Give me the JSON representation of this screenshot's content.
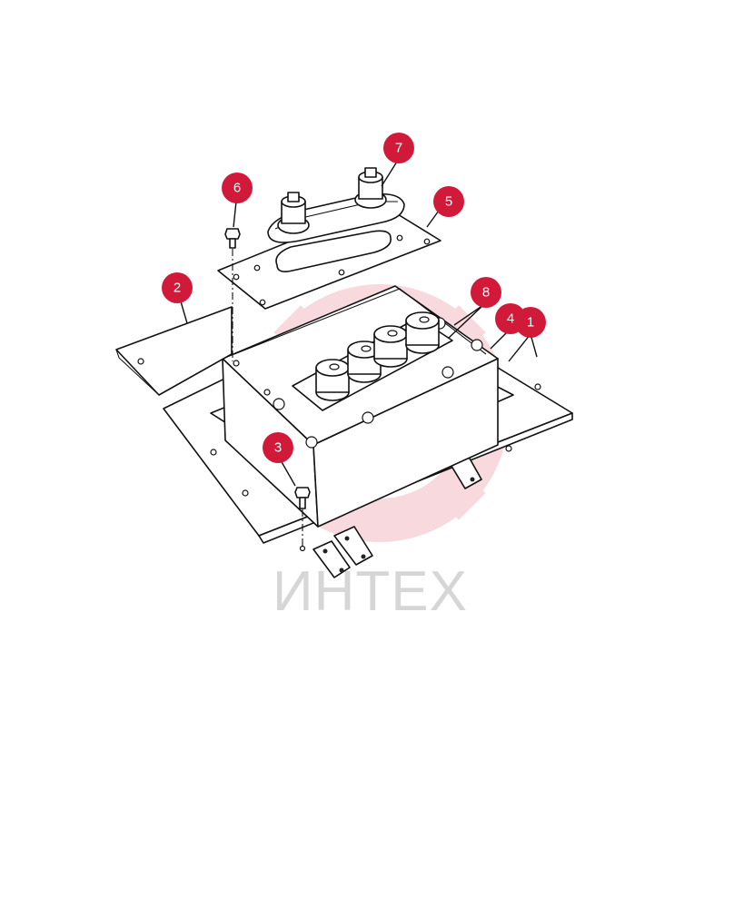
{
  "diagram": {
    "callouts": [
      {
        "id": "1",
        "label": "1"
      },
      {
        "id": "2",
        "label": "2"
      },
      {
        "id": "3",
        "label": "3"
      },
      {
        "id": "4",
        "label": "4"
      },
      {
        "id": "5",
        "label": "5"
      },
      {
        "id": "6",
        "label": "6"
      },
      {
        "id": "7",
        "label": "7"
      },
      {
        "id": "8",
        "label": "8"
      }
    ],
    "watermark": {
      "text": "ИНТЕХ",
      "color": "#d11a3a"
    },
    "colors": {
      "callout": "#d11a3a",
      "line": "#111111"
    }
  }
}
